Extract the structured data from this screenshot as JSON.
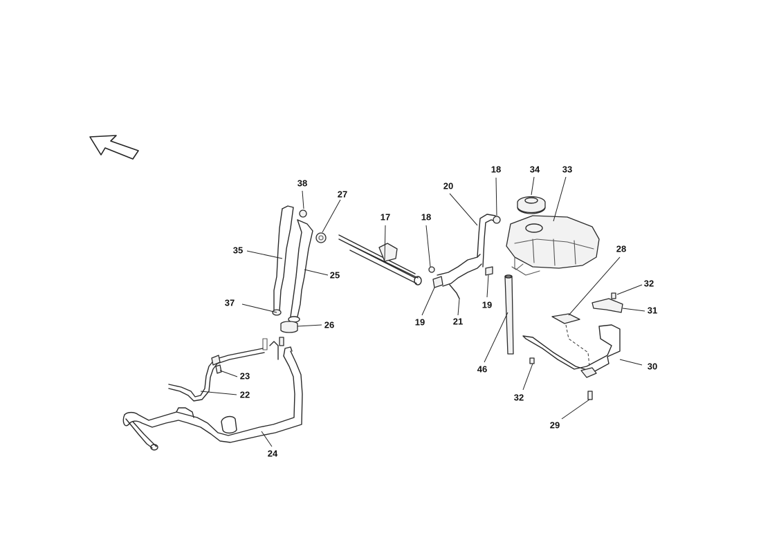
{
  "callouts": {
    "c17": "17",
    "c18a": "18",
    "c18b": "18",
    "c19a": "19",
    "c19b": "19",
    "c20": "20",
    "c21": "21",
    "c22": "22",
    "c23": "23",
    "c24": "24",
    "c25": "25",
    "c26": "26",
    "c27": "27",
    "c28": "28",
    "c29": "29",
    "c30": "30",
    "c31": "31",
    "c32a": "32",
    "c32b": "32",
    "c33": "33",
    "c34": "34",
    "c35": "35",
    "c37": "37",
    "c38": "38",
    "c46": "46"
  },
  "colors": {
    "line": "#2a2a2a",
    "background": "#ffffff"
  },
  "icons": {
    "orientation": "direction-arrow-icon"
  }
}
